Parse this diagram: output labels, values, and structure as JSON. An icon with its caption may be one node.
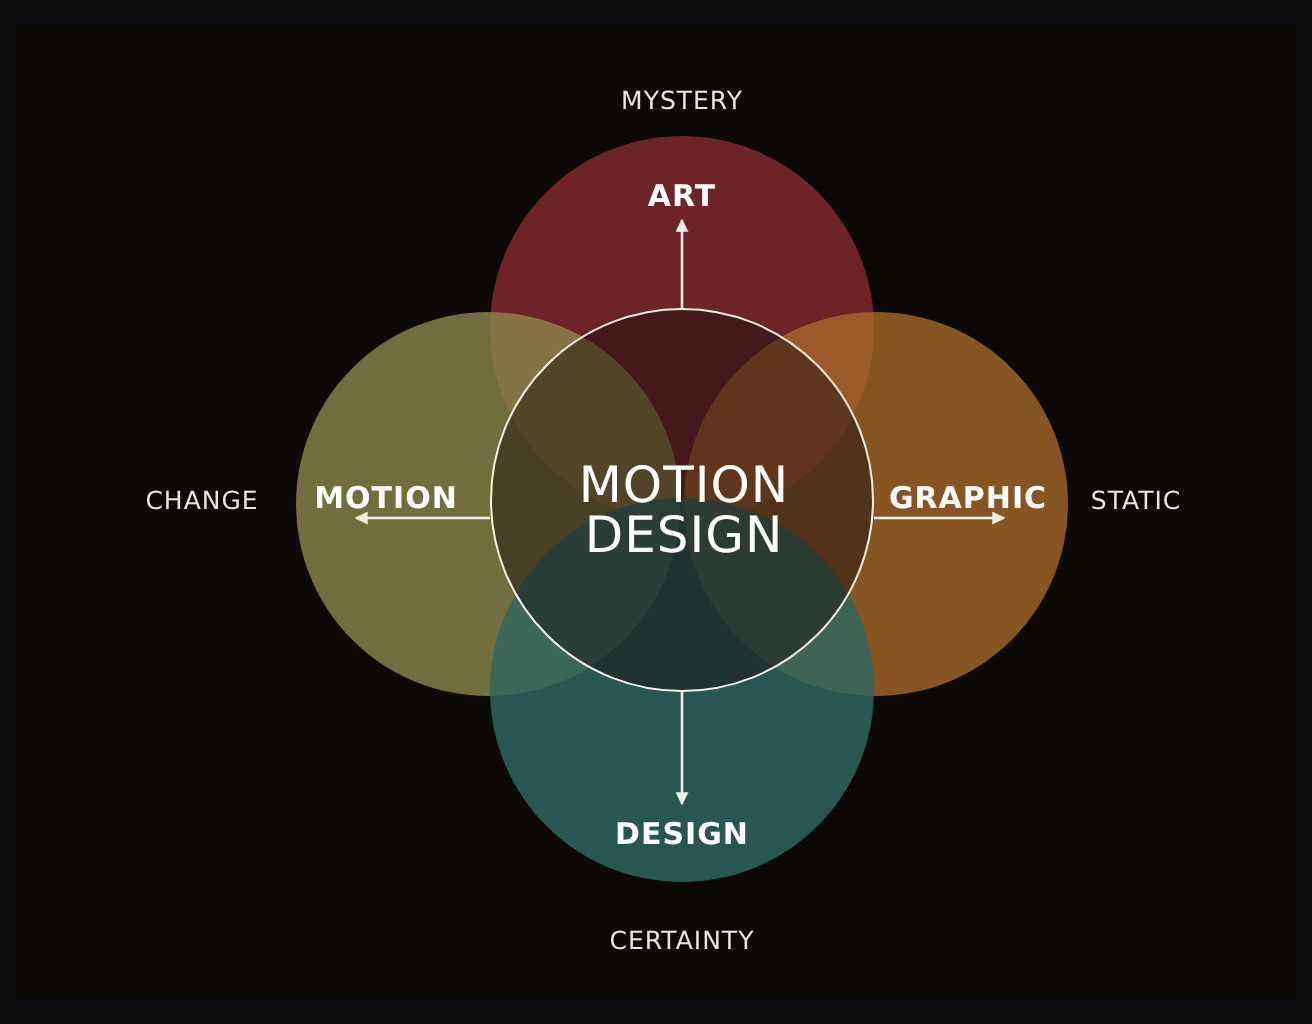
{
  "diagram": {
    "nodes": [
      {
        "text": [
          "ART"
        ],
        "beside": [
          "MYSTERY"
        ]
      },
      {
        "text": [
          "MOTION"
        ],
        "beside": [
          "CHANGE"
        ]
      },
      {
        "text": [
          "GRAPHIC"
        ],
        "beside": [
          "STATIC"
        ]
      },
      {
        "text": [
          "DESIGN"
        ],
        "beside": [
          "CERTAINTY"
        ]
      },
      {
        "text": [
          "MOTION DESIGN"
        ]
      }
    ],
    "edges": [
      {
        "from": 4,
        "to": 0,
        "arrow": "to"
      },
      {
        "from": 4,
        "to": 1,
        "arrow": "to"
      },
      {
        "from": 4,
        "to": 2,
        "arrow": "to"
      },
      {
        "from": 4,
        "to": 3,
        "arrow": "to"
      }
    ]
  }
}
